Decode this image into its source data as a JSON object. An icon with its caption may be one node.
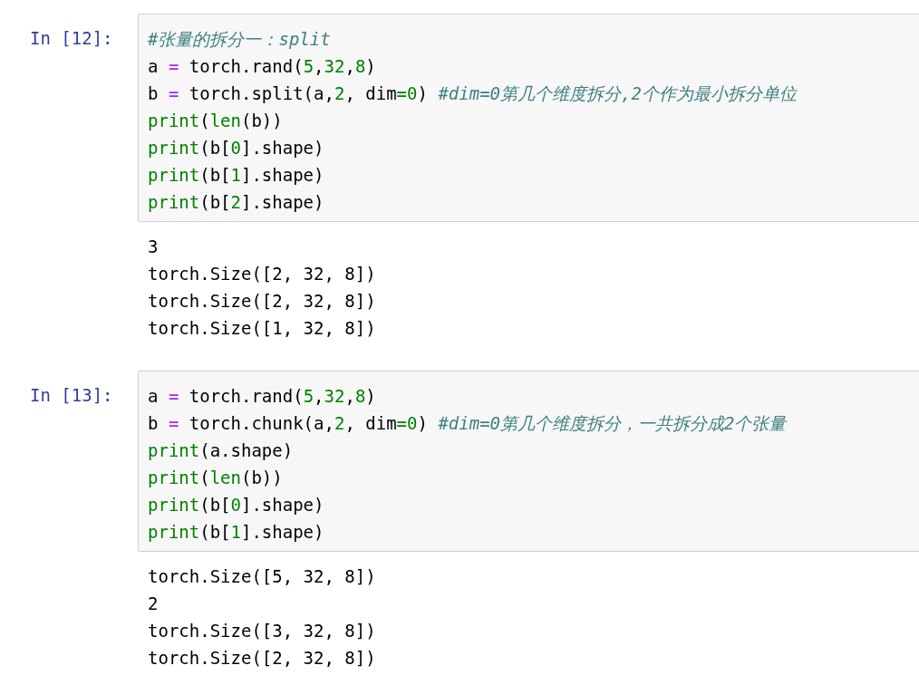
{
  "diagram": {
    "nodes": [
      {
        "text": [
          "#张量的拆分一：split",
          "a = torch.rand(5,32,8)",
          "b = torch.split(a,2, dim=0) #dim=0第几个维度拆分,2个作为最小拆分单位",
          "print(len(b))",
          "print(b[0].shape)",
          "print(b[1].shape)",
          "print(b[2].shape)"
        ],
        "beside": [
          "In [12]:"
        ]
      },
      {
        "text": [
          "a = torch.rand(5,32,8)",
          "b = torch.chunk(a,2, dim=0) #dim=0第几个维度拆分，一共拆分成2个张量",
          "print(a.shape)",
          "print(len(b))",
          "print(b[0].shape)",
          "print(b[1].shape)"
        ],
        "beside": [
          "In [13]:"
        ]
      }
    ],
    "labels": [
      "3",
      "torch.Size([2, 32, 8])",
      "torch.Size([2, 32, 8])",
      "torch.Size([1, 32, 8])",
      "torch.Size([5, 32, 8])",
      "2",
      "torch.Size([3, 32, 8])",
      "torch.Size([2, 32, 8])"
    ]
  }
}
